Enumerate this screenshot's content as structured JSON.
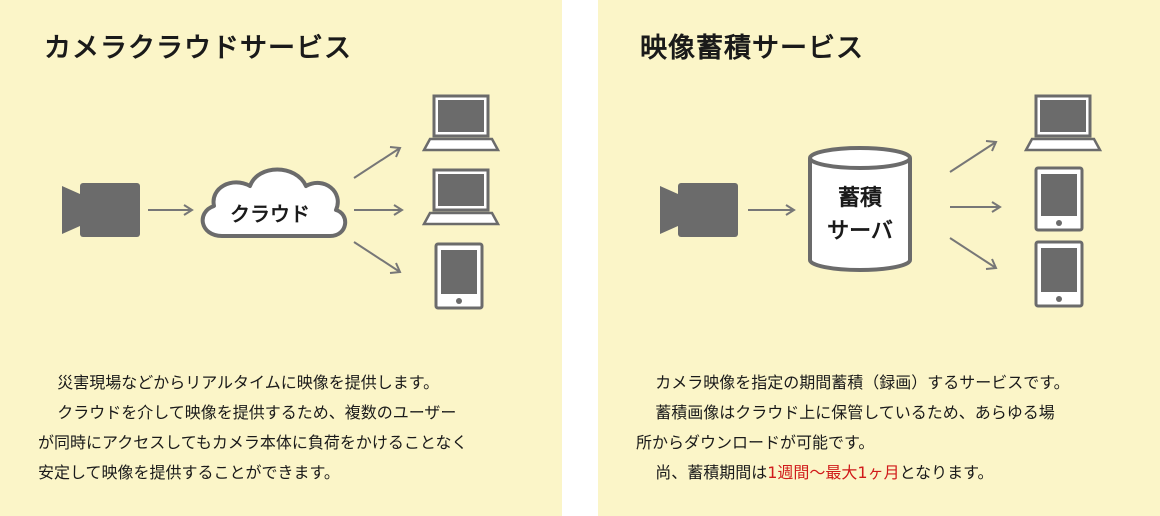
{
  "cloud_panel": {
    "title": "カメラクラウドサービス",
    "cloud_label": "クラウド",
    "description": {
      "line1": "災害現場などからリアルタイムに映像を提供します。",
      "line2": "クラウドを介して映像を提供するため、複数のユーザー",
      "line3": "が同時にアクセスしてもカメラ本体に負荷をかけることなく",
      "line4": "安定して映像を提供することができます。"
    }
  },
  "storage_panel": {
    "title": "映像蓄積サービス",
    "server_label_1": "蓄積",
    "server_label_2": "サーバ",
    "description": {
      "line1": "カメラ映像を指定の期間蓄積（録画）するサービスです。",
      "line2": "蓄積画像はクラウド上に保管しているため、あらゆる場",
      "line3": "所からダウンロードが可能です。",
      "line4_prefix": "尚、蓄積期間は",
      "line4_highlight": "1週間〜最大1ヶ月",
      "line4_suffix": "となります。"
    }
  },
  "colors": {
    "panel_bg": "#fbf5c8",
    "icon_gray": "#6b6b6b",
    "highlight_red": "#d01a1a"
  }
}
